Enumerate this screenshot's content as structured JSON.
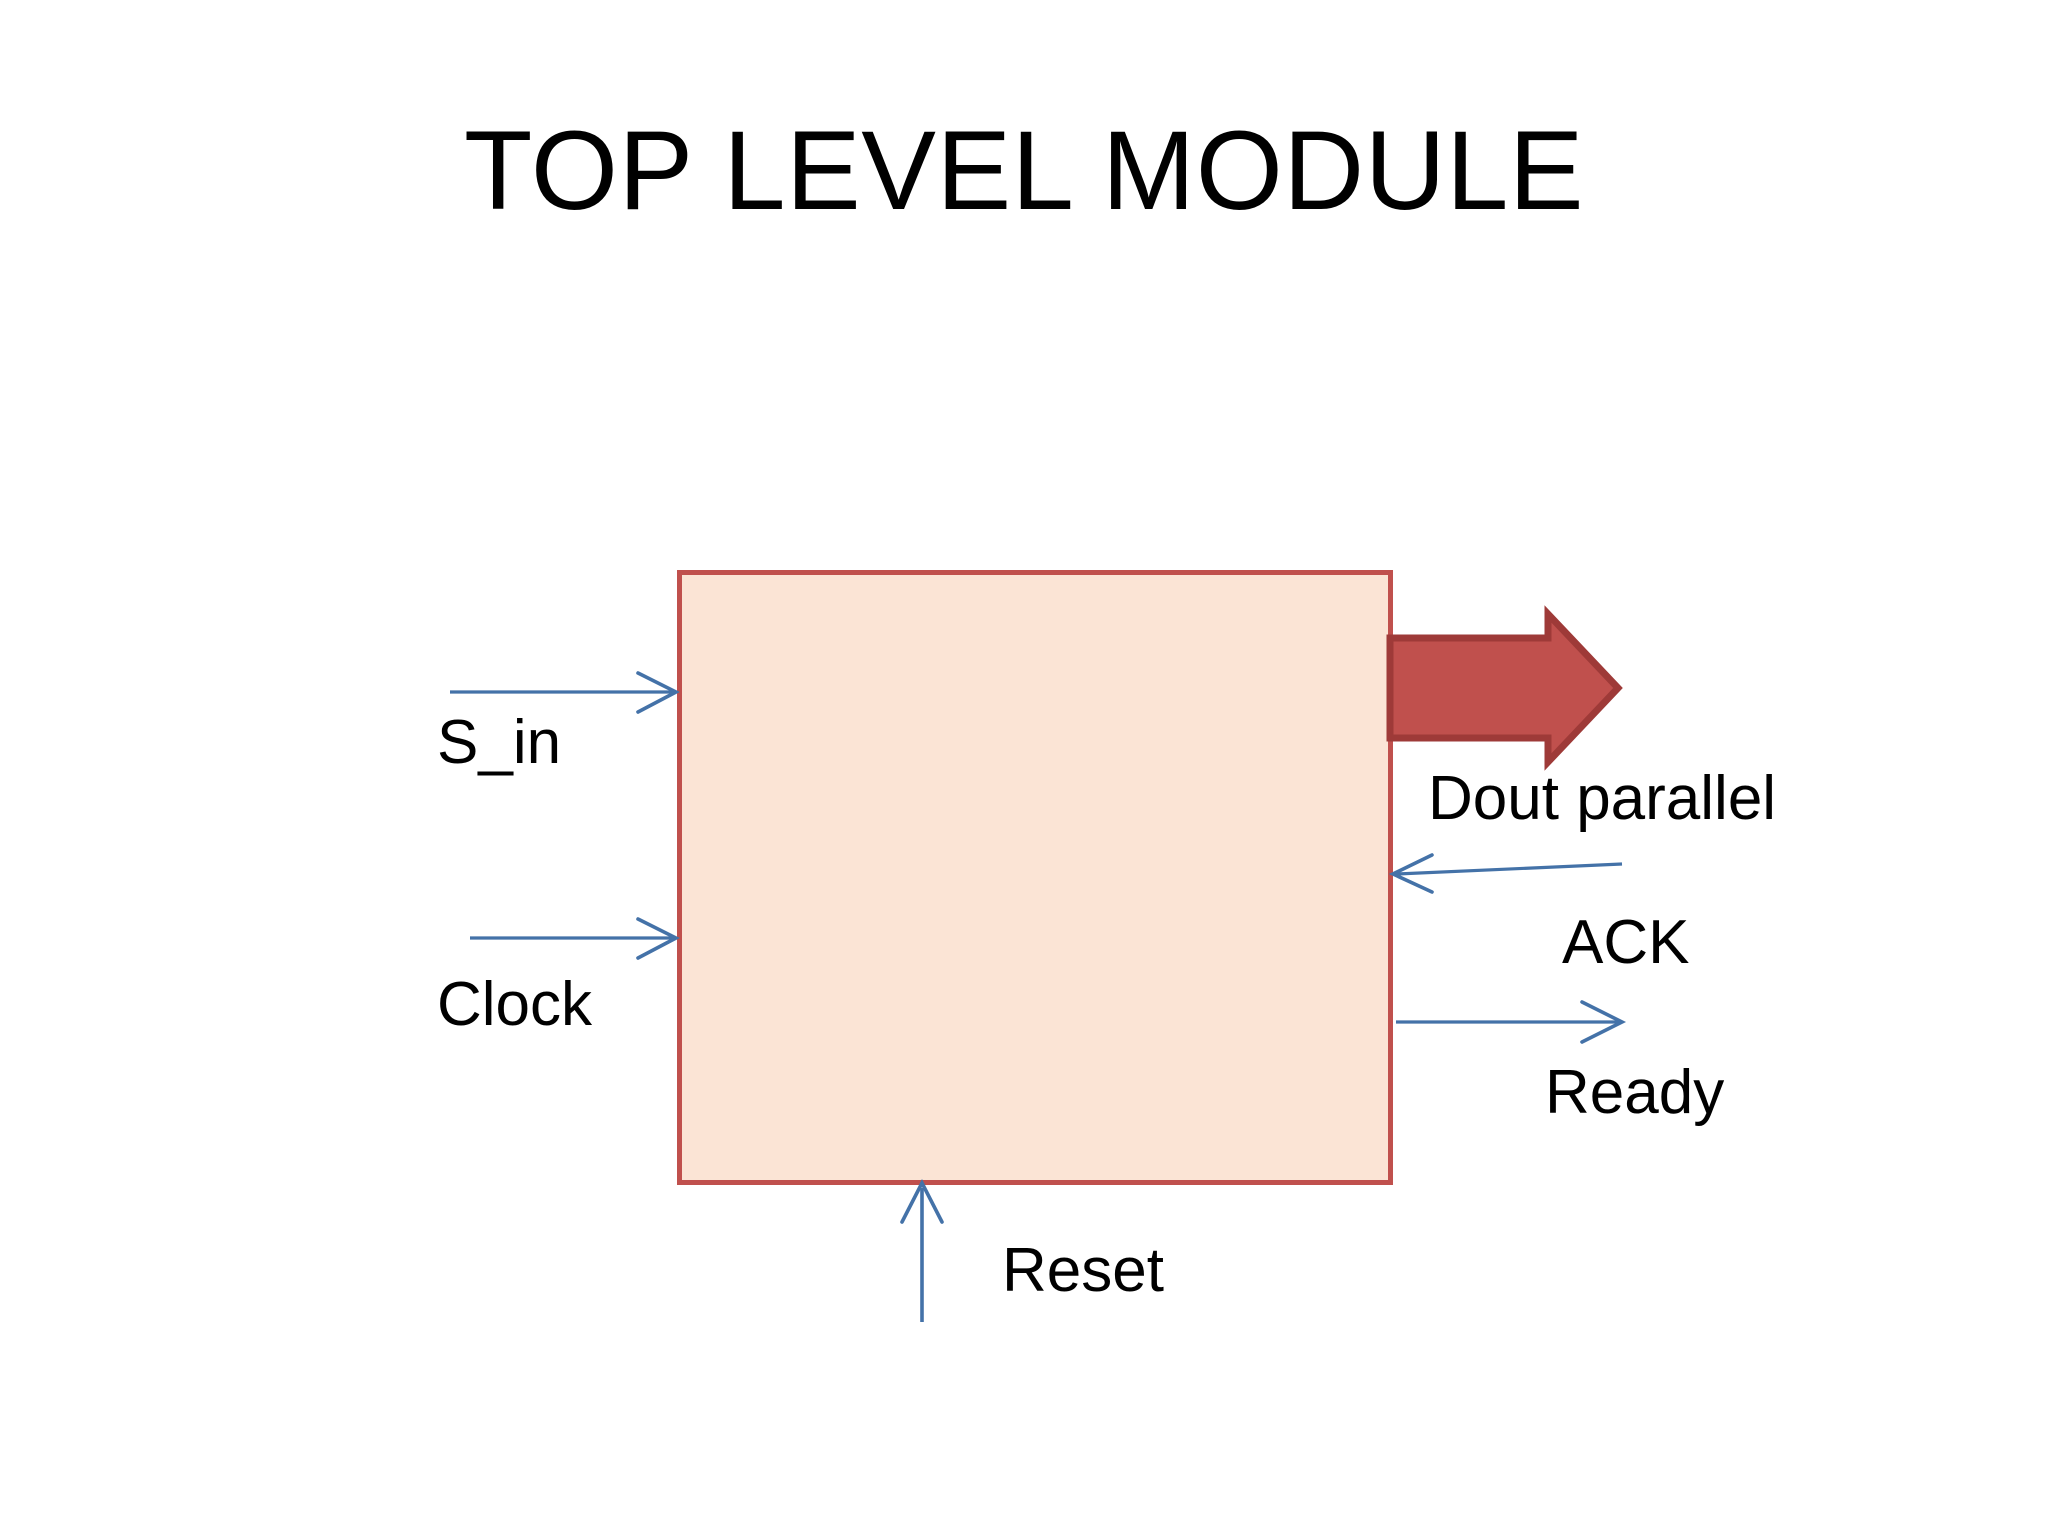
{
  "slide": {
    "title": "TOP LEVEL MODULE",
    "background_color": "#FFFFFF"
  },
  "module": {
    "name": "top-level-module",
    "fill_color": "#FBE4D5",
    "border_color": "#C0504D",
    "label": ""
  },
  "colors": {
    "box_fill": "#FBE4D5",
    "box_border": "#C0504D",
    "block_arrow_fill": "#C0504D",
    "block_arrow_outline": "#9E3A38",
    "thin_arrow": "#4472A8",
    "text": "#000000"
  },
  "ports": {
    "inputs": [
      {
        "label": "S_in",
        "side": "left",
        "direction": "in"
      },
      {
        "label": "Clock",
        "side": "left",
        "direction": "in"
      },
      {
        "label": "Reset",
        "side": "bottom",
        "direction": "in"
      },
      {
        "label": "ACK",
        "side": "right",
        "direction": "in"
      }
    ],
    "outputs": [
      {
        "label": "Dout parallel",
        "side": "right",
        "direction": "out",
        "style": "block-arrow"
      },
      {
        "label": "Ready",
        "side": "right",
        "direction": "out",
        "style": "thin-arrow"
      }
    ]
  },
  "labels": {
    "s_in": "S_in",
    "clock": "Clock",
    "reset": "Reset",
    "dout_parallel": "Dout parallel",
    "ack": "ACK",
    "ready": "Ready"
  }
}
